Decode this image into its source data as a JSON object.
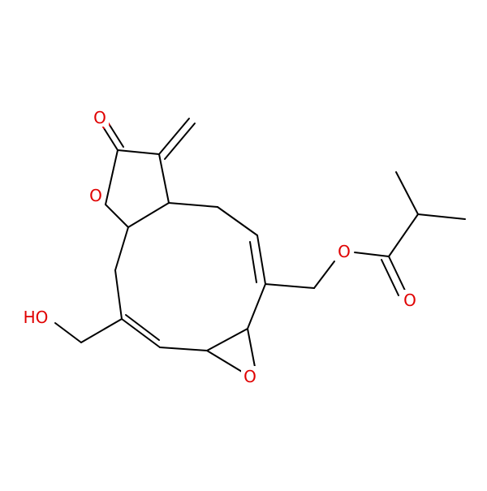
{
  "molecule": {
    "atom_labels": {
      "carbonyl_oxygen": "O",
      "lactone_oxygen": "O",
      "hydroxyl": "HO",
      "epoxide_oxygen": "O",
      "ester_oxygen": "O",
      "ester_carbonyl_oxygen": "O"
    },
    "colors": {
      "bond": "#000000",
      "oxygen": "#e00000",
      "background": "#ffffff"
    }
  }
}
